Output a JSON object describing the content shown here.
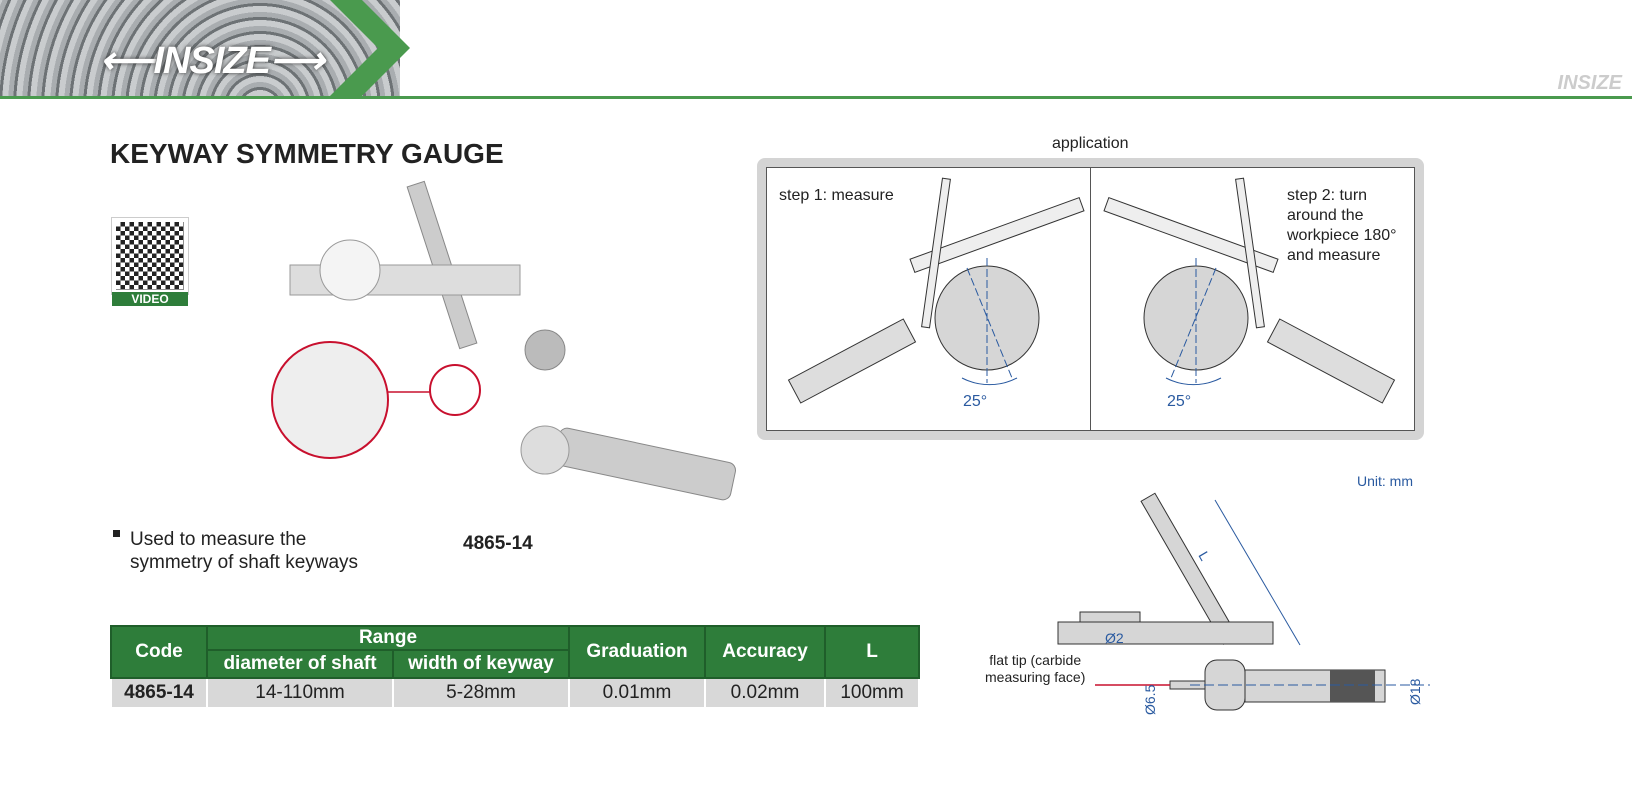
{
  "brand": {
    "logo": "INSIZE",
    "logo_small": "INSIZE",
    "accent": "#2e7d3a"
  },
  "title": "KEYWAY SYMMETRY GAUGE",
  "qr": {
    "label": "VIDEO"
  },
  "bullet": {
    "line1": "Used to measure the",
    "line2": "symmetry of shaft keyways"
  },
  "product_code": "4865-14",
  "table": {
    "headers": {
      "code": "Code",
      "range": "Range",
      "diameter": "diameter of shaft",
      "keyway": "width of keyway",
      "graduation": "Graduation",
      "accuracy": "Accuracy",
      "l": "L"
    },
    "rows": [
      {
        "code": "4865-14",
        "diameter": "14-110mm",
        "keyway": "5-28mm",
        "graduation": "0.01mm",
        "accuracy": "0.02mm",
        "l": "100mm"
      }
    ]
  },
  "application": {
    "title": "application",
    "step1": "step 1: measure",
    "step2": [
      "step 2: turn",
      "around the",
      "workpiece 180°",
      "and measure"
    ],
    "angle": "25°"
  },
  "drawing": {
    "unit": "Unit: mm",
    "l": "L",
    "d2": "Ø2",
    "d65": "Ø6.5",
    "d18": "Ø18",
    "flat_tip": [
      "flat tip (carbide",
      "measuring face)"
    ]
  }
}
